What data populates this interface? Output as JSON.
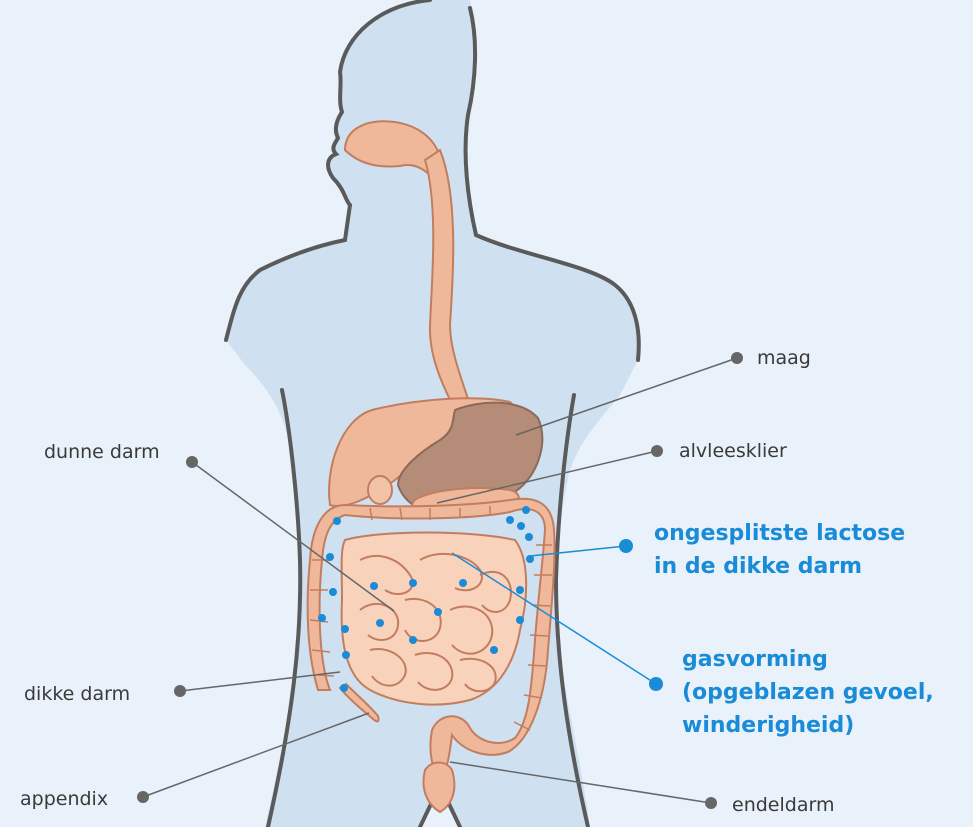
{
  "labels": {
    "maag": "maag",
    "alvleesklier": "alvleesklier",
    "dunne_darm": "dunne darm",
    "dikke_darm": "dikke darm",
    "appendix": "appendix",
    "endeldarm": "endeldarm"
  },
  "highlights": {
    "lactose": [
      "ongesplitste lactose",
      "in de dikke darm"
    ],
    "gas": [
      "gasvorming",
      "(opgeblazen gevoel,",
      "winderigheid)"
    ]
  },
  "colors": {
    "background": "#e9f1fa",
    "body_fill": "#cfe1f1",
    "body_outline": "#5a5a5a",
    "organ_fill": "#f0b89a",
    "organ_outline": "#c27d5e",
    "stomach_fill": "#b48c78",
    "accent_blue": "#1a8bd6",
    "leader_line": "#666666"
  }
}
